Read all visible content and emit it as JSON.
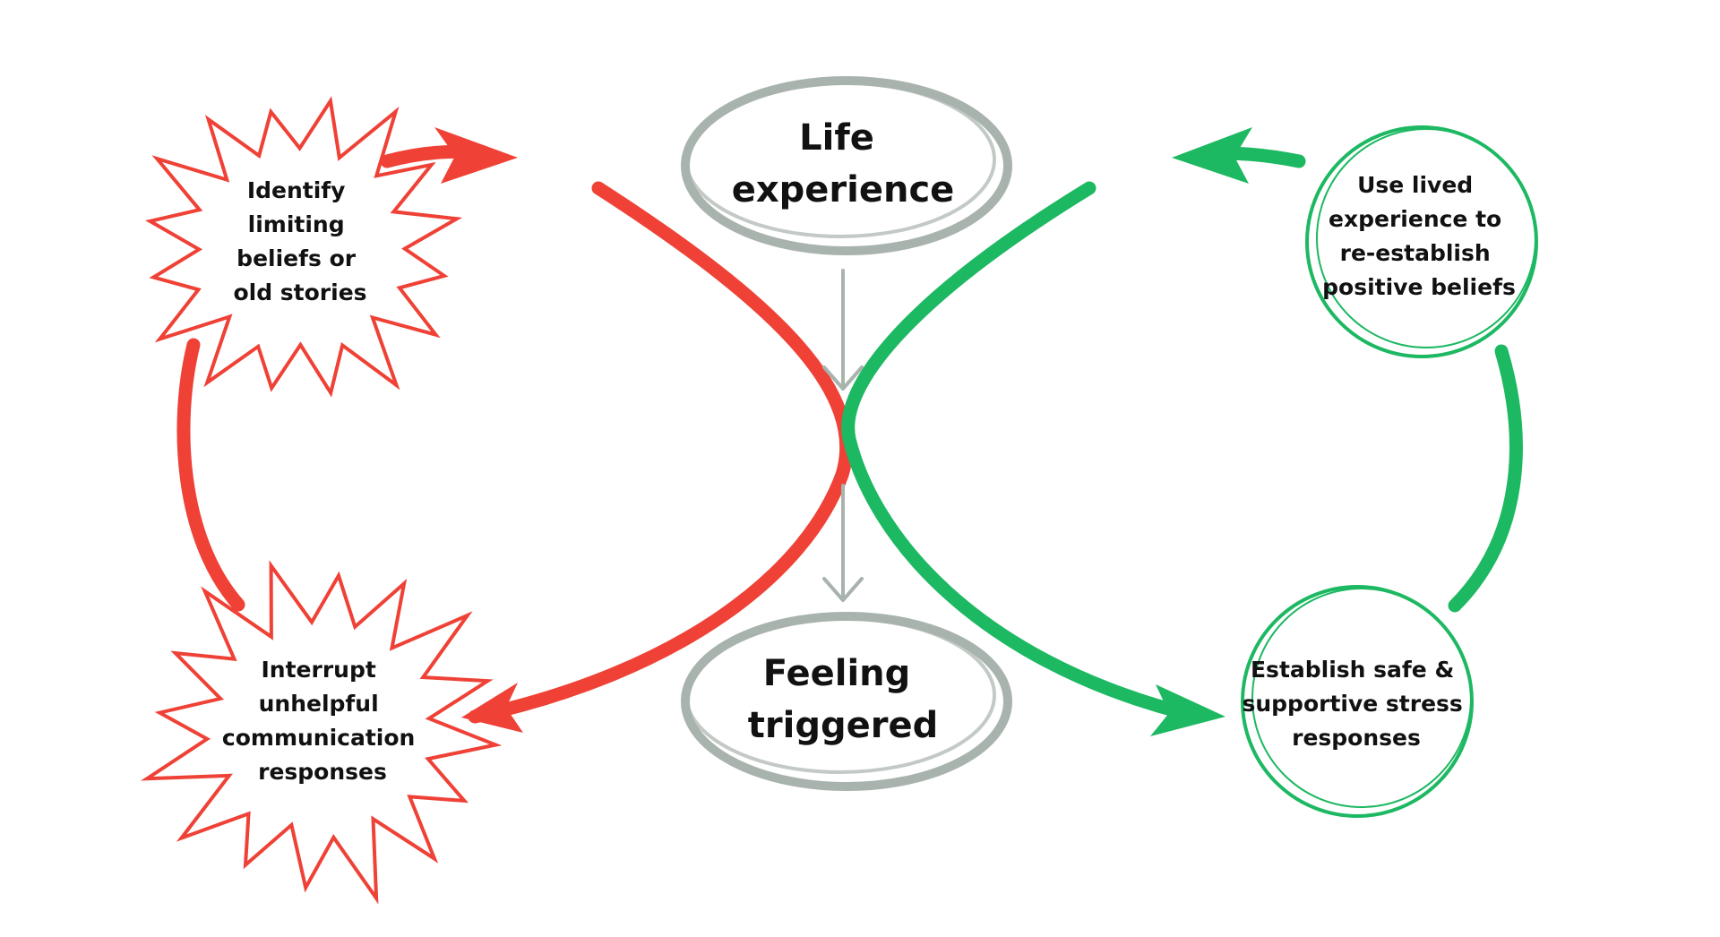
{
  "colors": {
    "negative_loop": "#ef4136",
    "positive_loop": "#1db862",
    "neutral": "#a9b3ae",
    "text": "#111111",
    "background": "#ffffff"
  },
  "nodes": {
    "life_experience": {
      "lines": [
        "Life",
        "experience"
      ]
    },
    "feeling_triggered": {
      "lines": [
        "Feeling",
        "triggered"
      ]
    },
    "identify_beliefs": {
      "lines": [
        "Identify",
        "limiting",
        "beliefs or",
        "old stories"
      ]
    },
    "interrupt_responses": {
      "lines": [
        "Interrupt",
        "unhelpful",
        "communication",
        "responses"
      ]
    },
    "use_lived_experience": {
      "lines": [
        "Use lived",
        "experience to",
        "re-establish",
        "positive beliefs"
      ]
    },
    "establish_safe": {
      "lines": [
        "Establish safe &",
        "supportive stress",
        "responses"
      ]
    }
  }
}
